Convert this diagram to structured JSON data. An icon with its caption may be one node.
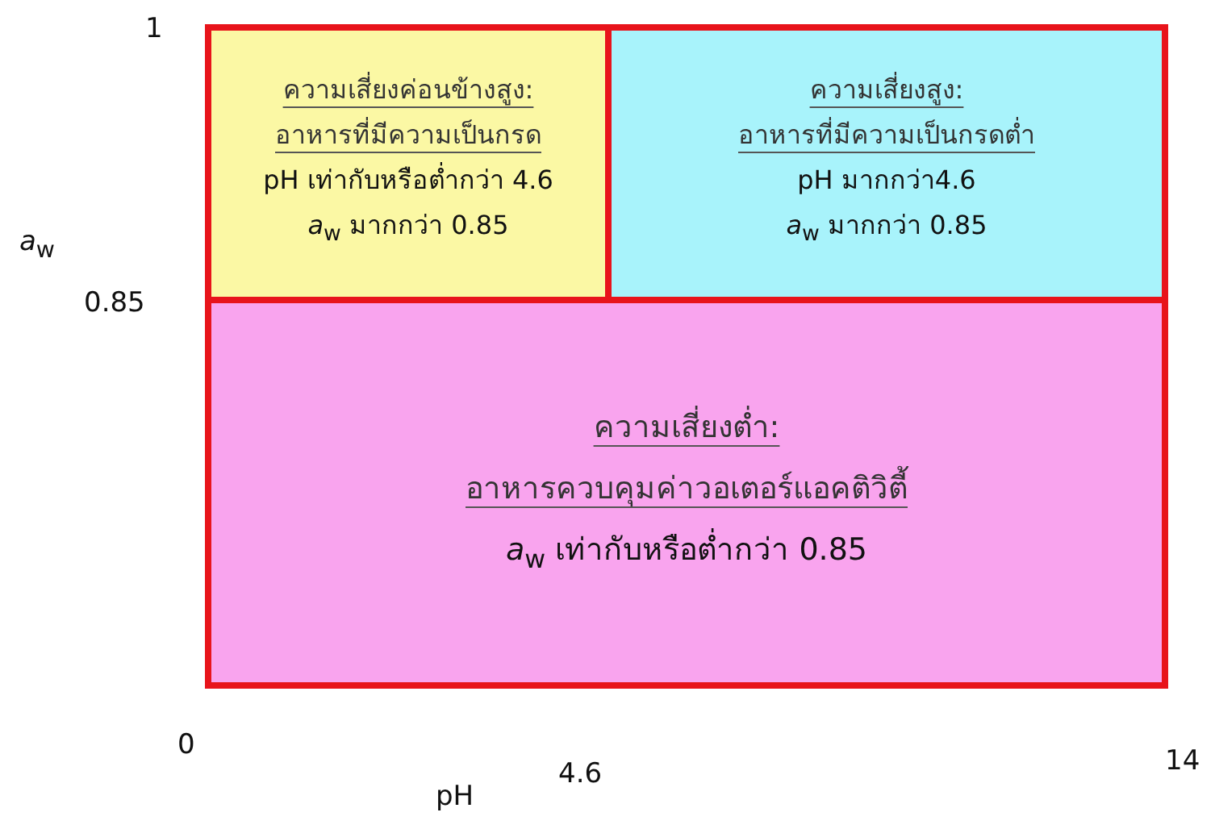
{
  "diagram": {
    "nodes": [
      {
        "text": [
          "ความเสี่ยงค่อนข้างสูง:",
          "อาหารที่มีความเป็นกรด",
          "pH เท่ากับหรือต่ำกว่า 4.6",
          "*a*$_{w}$ มากกว่า 0.85"
        ]
      },
      {
        "text": [
          "ความเสี่ยงสูง:",
          "อาหารที่มีความเป็นกรดต่ำ",
          "pH มากกว่า4.6",
          "*a*$_{w}$ มากกว่า 0.85"
        ]
      },
      {
        "text": [
          "ความเสี่ยงต่ำ:",
          "อาหารควบคุมค่าวอเตอร์แอคติวิตี้",
          "*a*$_{w}$ เท่ากับหรือต่ำกว่า 0.85"
        ]
      }
    ],
    "edges": [],
    "labels": [
      "1",
      "*a*$_{w}$",
      "0.85",
      "0",
      "4.6",
      "14",
      "pH"
    ]
  }
}
